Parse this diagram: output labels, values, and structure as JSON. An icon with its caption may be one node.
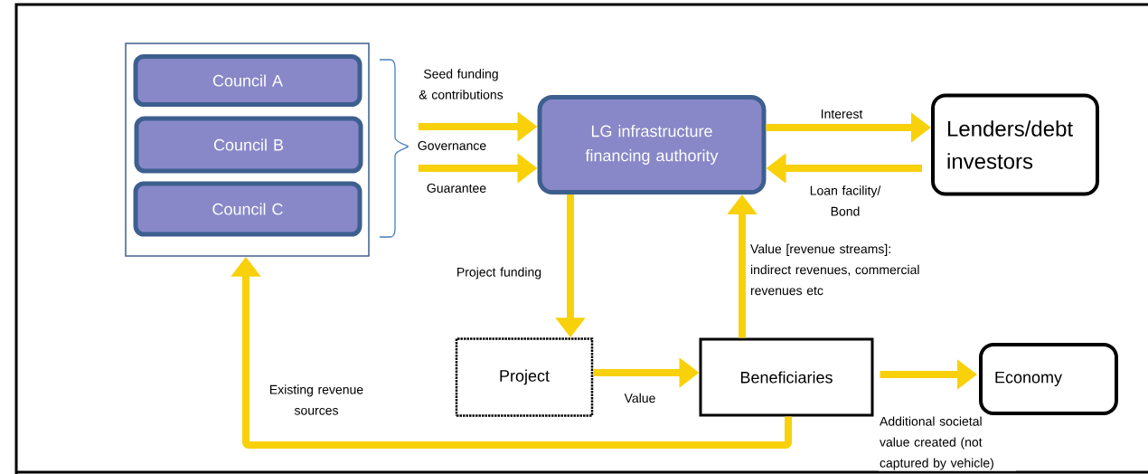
{
  "diagram": {
    "nodes": [
      {
        "text": [],
        "shape": "box"
      },
      {
        "text": [
          "Council A"
        ],
        "in": 0
      },
      {
        "text": [
          "Council B"
        ],
        "in": 0
      },
      {
        "text": [
          "Council C"
        ],
        "in": 0
      },
      {
        "text": [
          "LG infrastructure financing authority"
        ]
      },
      {
        "text": [
          "Lenders/debt investors"
        ]
      },
      {
        "text": [
          "Project"
        ]
      },
      {
        "text": [
          "Beneficiaries"
        ]
      },
      {
        "text": [
          "Economy"
        ]
      }
    ],
    "edges": [
      {
        "from": 0,
        "to": 4,
        "arrow": "to",
        "label": "Seed funding & contributions"
      },
      {
        "from": 0,
        "to": 4,
        "arrow": "to",
        "label": "Guarantee"
      },
      {
        "from": 4,
        "to": 5,
        "arrow": "to",
        "label": "Interest"
      },
      {
        "from": 5,
        "to": 4,
        "arrow": "to",
        "label": "Loan facility/ Bond"
      },
      {
        "from": 4,
        "to": 6,
        "arrow": "to",
        "label": "Project funding"
      },
      {
        "from": 6,
        "to": 7,
        "arrow": "to",
        "label": "Value"
      },
      {
        "from": 7,
        "to": 4,
        "arrow": "to",
        "label": "Value [revenue streams]: indirect revenues, commercial revenues etc"
      },
      {
        "from": 7,
        "to": 8,
        "arrow": "to",
        "label": "Additional societal value created (not captured by vehicle)"
      },
      {
        "from": 7,
        "to": 0,
        "arrow": "to",
        "label": "Existing revenue sources"
      }
    ],
    "labels": [
      "Governance"
    ]
  }
}
